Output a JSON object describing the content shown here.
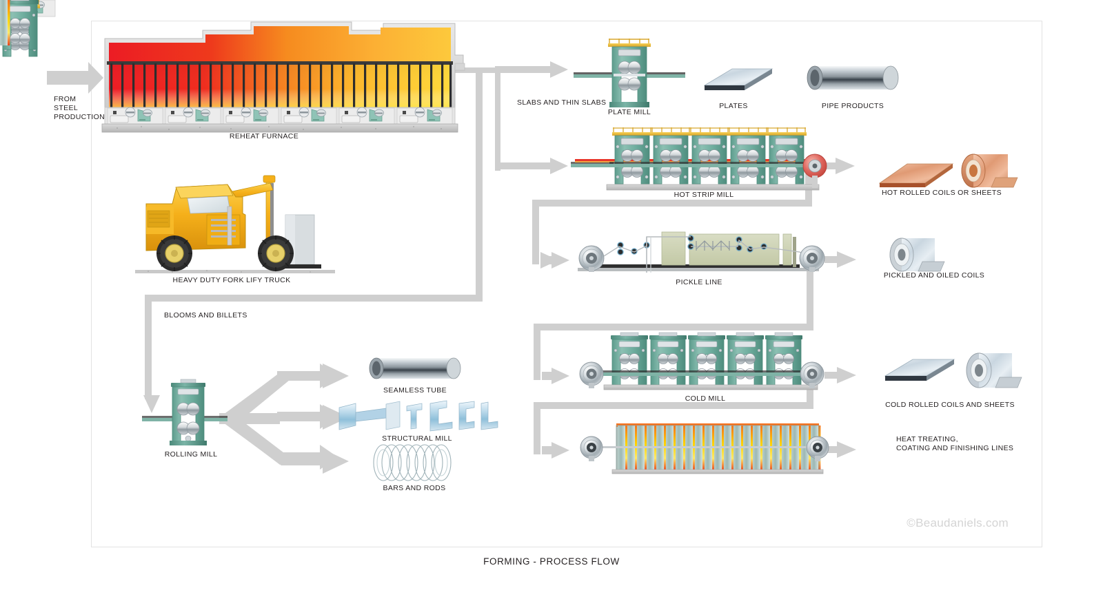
{
  "diagram": {
    "title": "FORMING - PROCESS FLOW",
    "watermark": "©Beaudaniels.com",
    "frame_color": "#e2e2e2",
    "arrow_color": "#cfcfcf",
    "text_color": "#231f20"
  },
  "inputs": [
    {
      "id": "from-steel-production",
      "label": "FROM\nSTEEL\nPRODUCTION"
    }
  ],
  "equipment": [
    {
      "id": "reheat-furnace",
      "label": "REHEAT FURNACE",
      "colors": {
        "hot": "#ed1c24",
        "mid": "#f7941e",
        "cool": "#ffd200",
        "shell": "#d4d4d4",
        "machine": "#87bdb1"
      }
    },
    {
      "id": "forklift",
      "label": "HEAVY DUTY FORK LIFY TRUCK",
      "colors": {
        "body": "#f5b31b",
        "accent": "#e8a200",
        "tire": "#2b2b2b"
      }
    },
    {
      "id": "plate-mill",
      "label": "PLATE MILL",
      "colors": {
        "stand": "#78b3a5",
        "deck": "#e8c66a"
      }
    },
    {
      "id": "hot-strip-mill",
      "label": "HOT STRIP MILL",
      "stands": 5,
      "colors": {
        "stand": "#78b3a5",
        "deck": "#e8c66a",
        "strip": "#e8352a",
        "coil": "#e0675f"
      }
    },
    {
      "id": "pickle-line",
      "label": "PICKLE LINE",
      "colors": {
        "tank": "#cdd1b4",
        "coil": "#c9ced2"
      }
    },
    {
      "id": "cold-mill",
      "label": "COLD MILL",
      "stands": 5,
      "colors": {
        "stand": "#78b3a5",
        "coil": "#c9ced2"
      }
    },
    {
      "id": "heat-treat-line",
      "label": "",
      "panels": 20,
      "colors": {
        "panel": "#9bb8b4",
        "heat": "#f4721f",
        "heat2": "#ffd200"
      }
    },
    {
      "id": "rolling-mill",
      "label": "ROLLING MILL",
      "colors": {
        "stand": "#78b3a5"
      }
    }
  ],
  "flow_labels": [
    {
      "id": "slabs-and-thin-slabs",
      "label": "SLABS AND THIN SLABS"
    },
    {
      "id": "blooms-and-billets",
      "label": "BLOOMS AND BILLETS"
    }
  ],
  "products": [
    {
      "id": "plates",
      "label": "PLATES",
      "color": "#c8d4dc"
    },
    {
      "id": "pipe-products",
      "label": "PIPE PRODUCTS",
      "color": "#b9c0c6"
    },
    {
      "id": "hot-rolled-coils-or-sheets",
      "label": "HOT ROLLED COILS OR SHEETS",
      "color": "#e8a383"
    },
    {
      "id": "pickled-and-oiled-coils",
      "label": "PICKLED AND OILED COILS",
      "color": "#c9ced2"
    },
    {
      "id": "cold-rolled-coils-and-sheets",
      "label": "COLD ROLLED COILS AND SHEETS",
      "color": "#c3ccd4"
    },
    {
      "id": "heat-treating-coating",
      "label": "HEAT TREATING,\nCOATING AND FINISHING LINES",
      "color": "#cfcfcf"
    },
    {
      "id": "seamless-tube",
      "label": "SEAMLESS TUBE",
      "color": "#b9c0c6"
    },
    {
      "id": "structural-mill",
      "label": "STRUCTURAL MILL",
      "color": "#bcd6e4"
    },
    {
      "id": "bars-and-rods",
      "label": "BARS AND RODS",
      "color": "#cfdadd"
    }
  ]
}
